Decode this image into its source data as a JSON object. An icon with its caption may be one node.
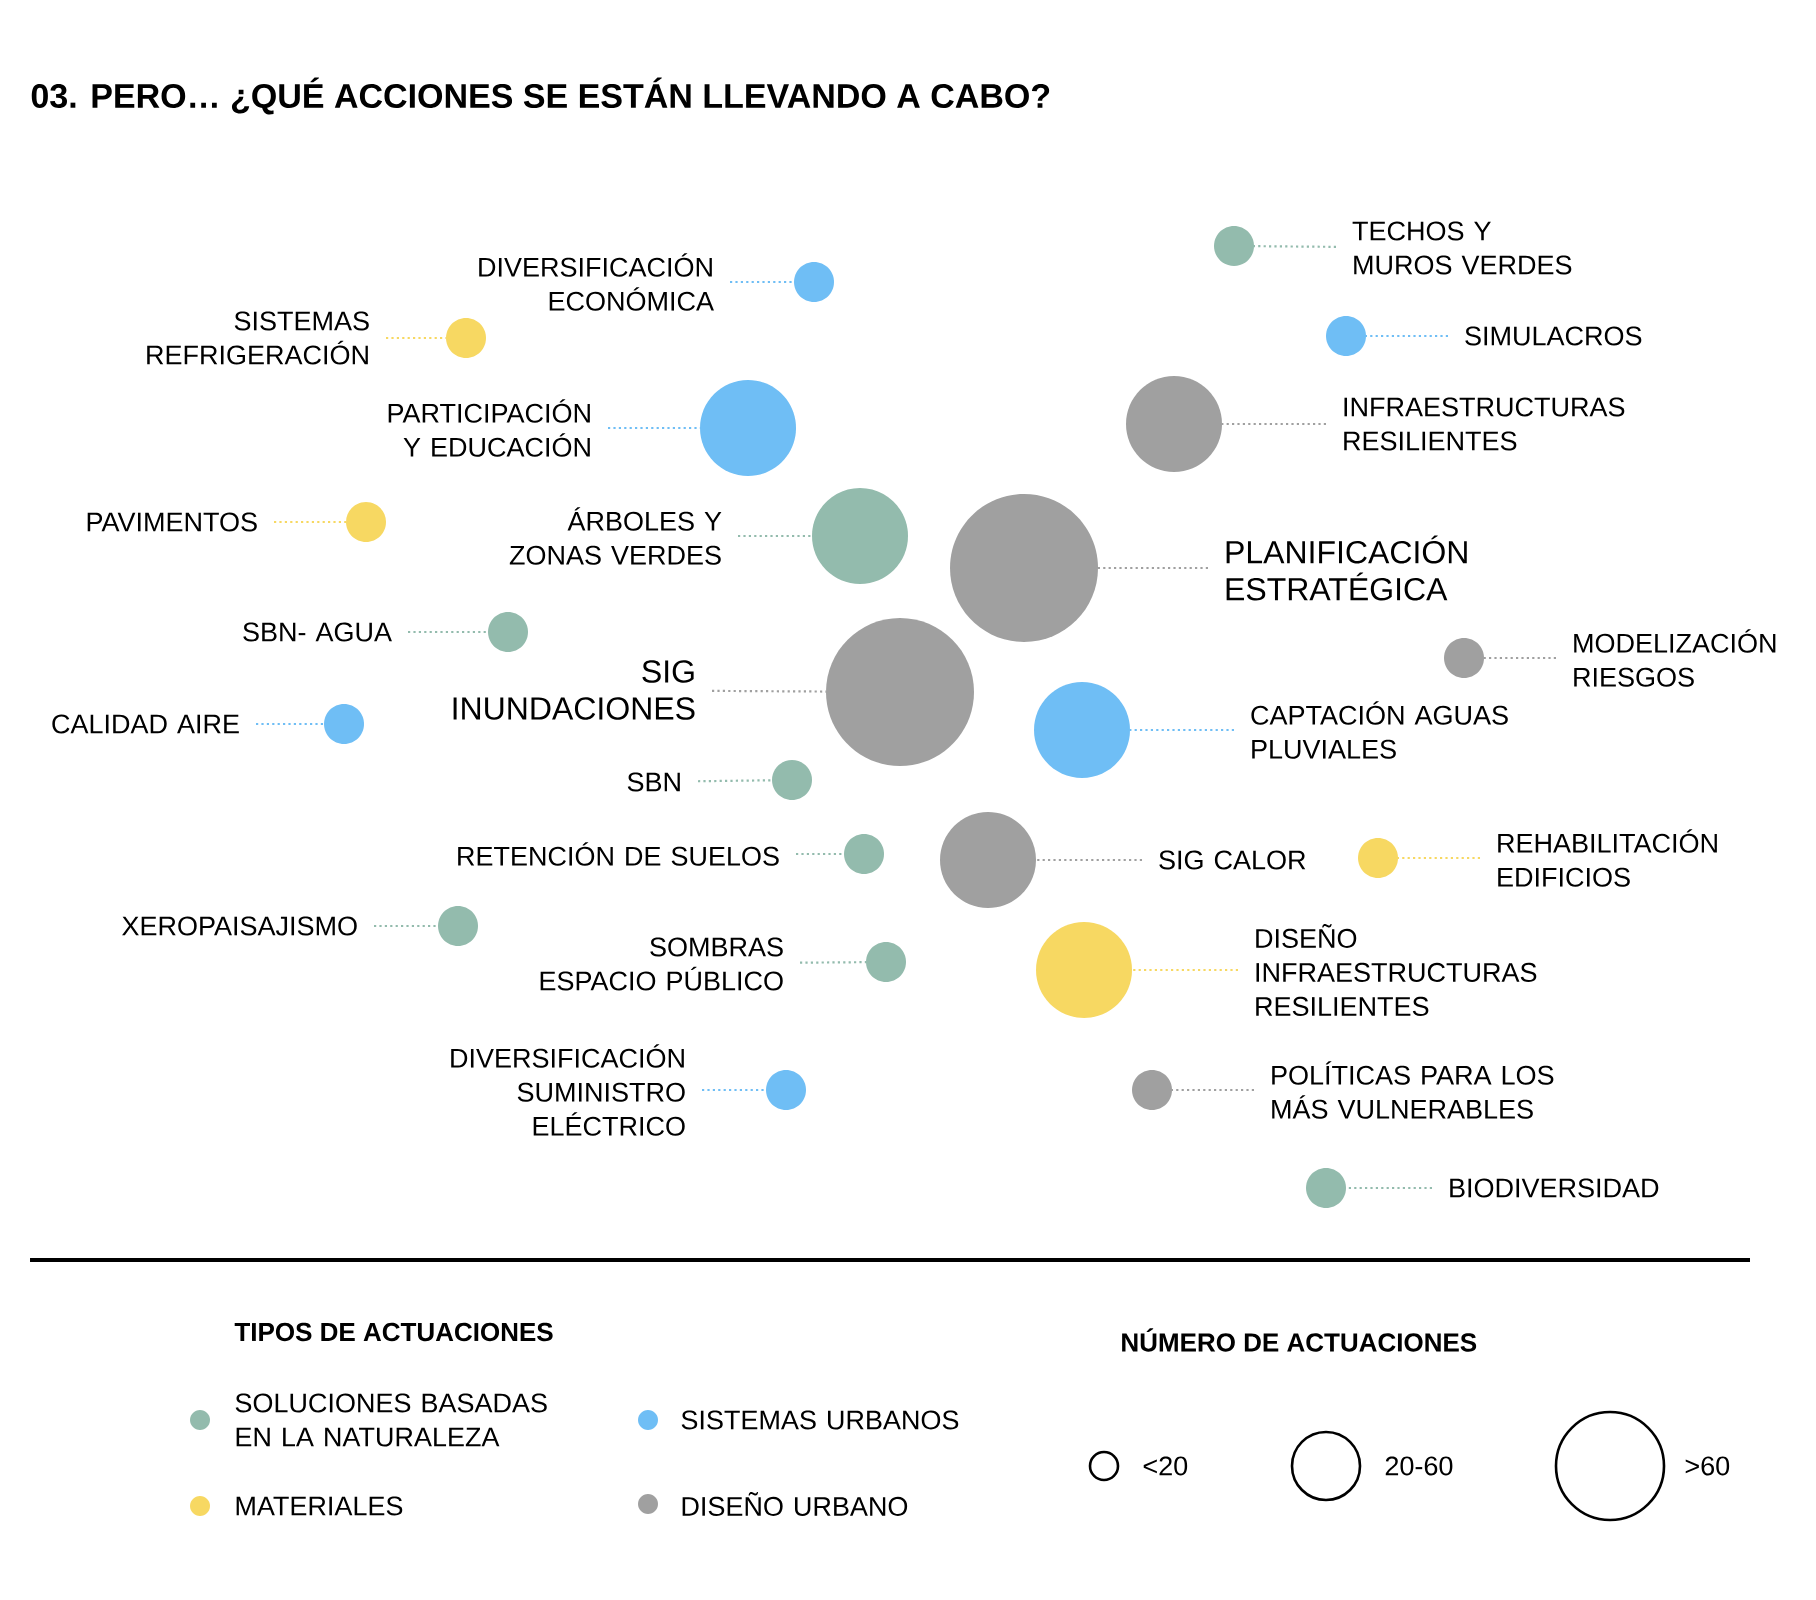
{
  "diagram": {
    "title": "03. PERO… ¿QUÉ ACCIONES SE ESTÁN LLEVANDO A CABO?",
    "nodes": [
      {
        "text": [
          "DIVERSIFICACIÓN ECONÓMICA"
        ]
      },
      {
        "text": [],
        "shape": "circle"
      },
      {
        "text": [
          "SISTEMAS REFRIGERACIÓN"
        ]
      },
      {
        "text": [],
        "shape": "circle"
      },
      {
        "text": [
          "TECHOS Y MUROS VERDES"
        ]
      },
      {
        "text": [],
        "shape": "circle"
      },
      {
        "text": [
          "SIMULACROS"
        ]
      },
      {
        "text": [],
        "shape": "circle"
      },
      {
        "text": [
          "PARTICIPACIÓN Y EDUCACIÓN"
        ]
      },
      {
        "text": [],
        "shape": "circle"
      },
      {
        "text": [
          "INFRAESTRUCTURAS RESILIENTES"
        ]
      },
      {
        "text": [],
        "shape": "circle"
      },
      {
        "text": [
          "PAVIMENTOS"
        ]
      },
      {
        "text": [],
        "shape": "circle"
      },
      {
        "text": [
          "ÁRBOLES Y ZONAS VERDES"
        ]
      },
      {
        "text": [],
        "shape": "circle"
      },
      {
        "text": [
          "PLANIFICACIÓN ESTRATÉGICA"
        ]
      },
      {
        "text": [],
        "shape": "circle"
      },
      {
        "text": [
          "SBN- AGUA"
        ]
      },
      {
        "text": [],
        "shape": "circle"
      },
      {
        "text": [
          "MODELIZACIÓN RIESGOS"
        ]
      },
      {
        "text": [],
        "shape": "circle"
      },
      {
        "text": [
          "SIG INUNDACIONES"
        ]
      },
      {
        "text": [],
        "shape": "circle"
      },
      {
        "text": [
          "CALIDAD AIRE"
        ]
      },
      {
        "text": [],
        "shape": "circle"
      },
      {
        "text": [
          "CAPTACIÓN AGUAS PLUVIALES"
        ]
      },
      {
        "text": [],
        "shape": "circle"
      },
      {
        "text": [
          "SBN"
        ]
      },
      {
        "text": [],
        "shape": "circle"
      },
      {
        "text": [
          "RETENCIÓN DE SUELOS"
        ]
      },
      {
        "text": [],
        "shape": "circle"
      },
      {
        "text": [
          "SIG CALOR"
        ]
      },
      {
        "text": [],
        "shape": "circle"
      },
      {
        "text": [
          "REHABILITACIÓN EDIFICIOS"
        ]
      },
      {
        "text": [],
        "shape": "circle"
      },
      {
        "text": [
          "XEROPAISAJISMO"
        ]
      },
      {
        "text": [],
        "shape": "circle"
      },
      {
        "text": [
          "SOMBRAS ESPACIO PÚBLICO"
        ]
      },
      {
        "text": [],
        "shape": "circle"
      },
      {
        "text": [
          "DISEÑO INFRAESTRUCTURAS RESILIENTES"
        ]
      },
      {
        "text": [],
        "shape": "circle"
      },
      {
        "text": [
          "DIVERSIFICACIÓN SUMINISTRO ELÉCTRICO"
        ]
      },
      {
        "text": [],
        "shape": "circle"
      },
      {
        "text": [
          "POLÍTICAS PARA LOS MÁS VULNERABLES"
        ]
      },
      {
        "text": [],
        "shape": "circle"
      },
      {
        "text": [
          "BIODIVERSIDAD"
        ]
      },
      {
        "text": [],
        "shape": "circle"
      }
    ],
    "edges": [
      {
        "from": 0,
        "to": 1,
        "arrow": "none",
        "color": "#6fbef5"
      },
      {
        "from": 2,
        "to": 3,
        "arrow": "none",
        "color": "#f7d862"
      },
      {
        "from": 4,
        "to": 5,
        "arrow": "none",
        "color": "#93bbad"
      },
      {
        "from": 6,
        "to": 7,
        "arrow": "none",
        "color": "#6fbef5"
      },
      {
        "from": 8,
        "to": 9,
        "arrow": "none",
        "color": "#6fbef5"
      },
      {
        "from": 10,
        "to": 11,
        "arrow": "none",
        "color": "#a0a0a0"
      },
      {
        "from": 12,
        "to": 13,
        "arrow": "none",
        "color": "#f7d862"
      },
      {
        "from": 14,
        "to": 15,
        "arrow": "none",
        "color": "#93bbad"
      },
      {
        "from": 16,
        "to": 17,
        "arrow": "none",
        "color": "#a0a0a0"
      },
      {
        "from": 18,
        "to": 19,
        "arrow": "none",
        "color": "#93bbad"
      },
      {
        "from": 20,
        "to": 21,
        "arrow": "none",
        "color": "#a0a0a0"
      },
      {
        "from": 22,
        "to": 23,
        "arrow": "none",
        "color": "#a0a0a0"
      },
      {
        "from": 24,
        "to": 25,
        "arrow": "none",
        "color": "#6fbef5"
      },
      {
        "from": 26,
        "to": 27,
        "arrow": "none",
        "color": "#6fbef5"
      },
      {
        "from": 28,
        "to": 29,
        "arrow": "none",
        "color": "#93bbad"
      },
      {
        "from": 30,
        "to": 31,
        "arrow": "none",
        "color": "#93bbad"
      },
      {
        "from": 32,
        "to": 33,
        "arrow": "none",
        "color": "#a0a0a0"
      },
      {
        "from": 34,
        "to": 35,
        "arrow": "none",
        "color": "#f7d862"
      },
      {
        "from": 36,
        "to": 37,
        "arrow": "none",
        "color": "#93bbad"
      },
      {
        "from": 38,
        "to": 39,
        "arrow": "none",
        "color": "#93bbad"
      },
      {
        "from": 40,
        "to": 41,
        "arrow": "none",
        "color": "#f7d862"
      },
      {
        "from": 42,
        "to": 43,
        "arrow": "none",
        "color": "#6fbef5"
      },
      {
        "from": 44,
        "to": 45,
        "arrow": "none",
        "color": "#a0a0a0"
      },
      {
        "from": 46,
        "to": 47,
        "arrow": "none",
        "color": "#93bbad"
      }
    ],
    "labels": [
      "TIPOS DE ACTUACIONES",
      "NÚMERO DE ACTUACIONES"
    ],
    "legend": [
      {
        "text": "SOLUCIONES BASADAS EN LA NATURALEZA",
        "color": "#93bbad"
      },
      {
        "text": "SISTEMAS URBANOS",
        "color": "#6fbef5"
      },
      {
        "text": "MATERIALES",
        "color": "#f7d862"
      },
      {
        "text": "DISEÑO URBANO",
        "color": "#a0a0a0"
      },
      {
        "text": "<20"
      },
      {
        "text": "20-60"
      },
      {
        "text": ">60"
      }
    ]
  }
}
